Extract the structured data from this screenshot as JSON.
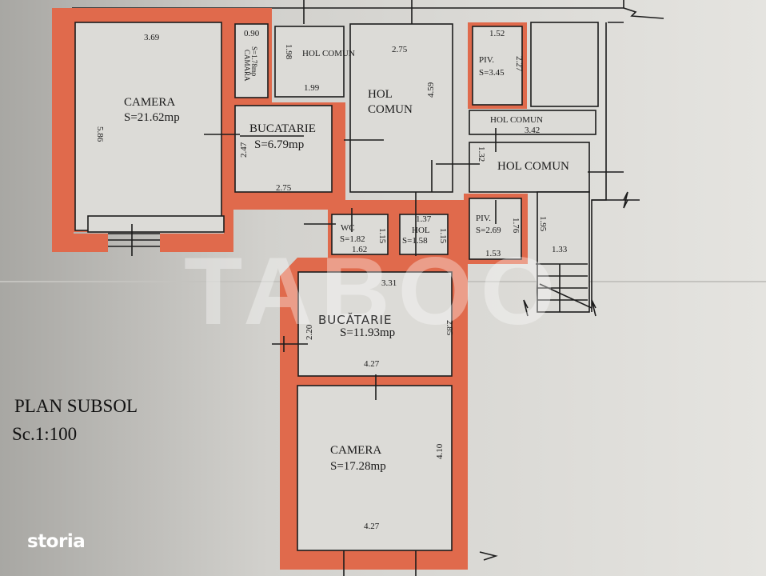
{
  "plan": {
    "title": "PLAN SUBSOL",
    "scale": "Sc.1:100",
    "wall_color": "#e06a4c",
    "paper_color": "#dcdbd7"
  },
  "rooms": {
    "camera1": {
      "name": "CAMERA",
      "area": "S=21.62mp",
      "width": "3.69",
      "length": "5.86"
    },
    "camara": {
      "name": "CAMARA",
      "area": "S=1.78mp",
      "width": "0.90"
    },
    "hol_comun_small": {
      "name": "HOL COMUN",
      "width": "1.99",
      "length": "1.98"
    },
    "hol_comun_big": {
      "name_1": "HOL",
      "name_2": "COMUN",
      "width": "2.75",
      "length": "4.59"
    },
    "bucatarie1": {
      "name": "BUCATARIE",
      "area": "S=6.79mp",
      "width": "2.75",
      "length": "2.47"
    },
    "piv1": {
      "name": "PIV.",
      "area": "S=3.45",
      "width": "1.52",
      "length": "2.27"
    },
    "hol_comun_strip": {
      "name": "HOL COMUN",
      "width": "3.42"
    },
    "hol_comun_right": {
      "name": "HOL COMUN",
      "length": "1.32"
    },
    "piv2": {
      "name": "PIV.",
      "area": "S=2.69",
      "width": "1.53",
      "length": "1.76"
    },
    "stairs": {
      "length": "1.95",
      "width": "1.33"
    },
    "wc": {
      "name": "WC",
      "area": "S=1.82",
      "width": "1.62",
      "length": "1.15"
    },
    "hol": {
      "name": "HOL",
      "area": "S=1.58",
      "width": "1.37",
      "length": "1.15"
    },
    "bucatarie2": {
      "name": "BUCĂTARIE",
      "area": "S=11.93mp",
      "width_top": "3.31",
      "width_bottom": "4.27",
      "length_left": "2.20",
      "length_right": "2.85"
    },
    "camera2": {
      "name": "CAMERA",
      "area": "S=17.28mp",
      "width": "4.27",
      "length": "4.10"
    }
  },
  "watermark": "TABOO",
  "logo": "storia"
}
